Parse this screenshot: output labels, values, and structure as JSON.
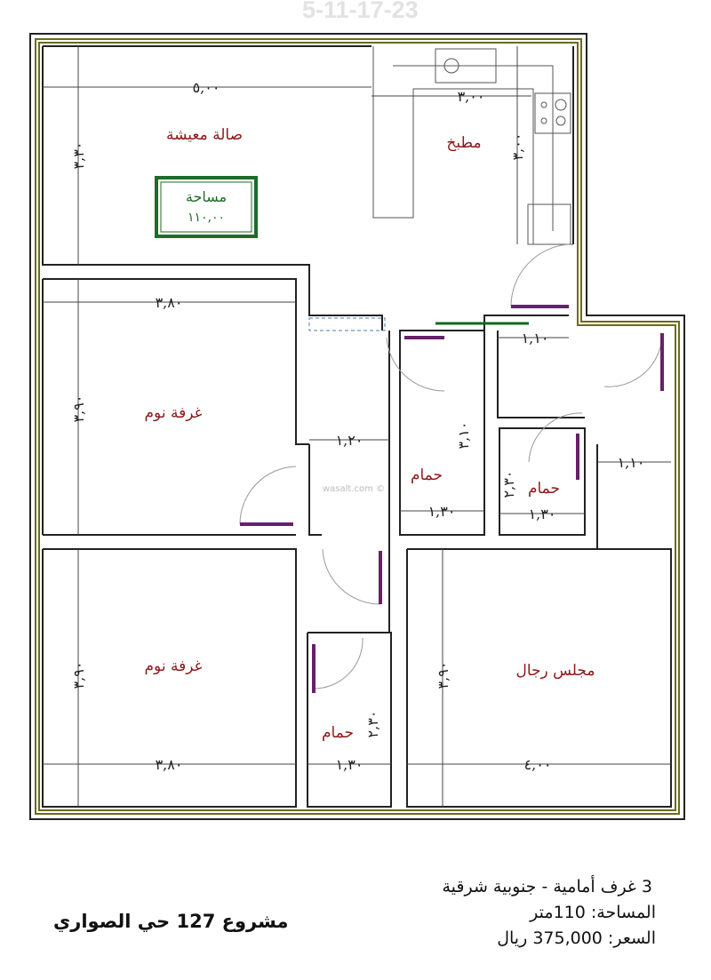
{
  "watermark_date": "5-11-17-23",
  "watermark_site": "wasalt.com ©",
  "rooms": {
    "living": "صالة معيشة",
    "kitchen": "مطبخ",
    "bedroom1": "غرفة نوم",
    "bedroom2": "غرفة نوم",
    "bath1": "حمام",
    "bath2": "حمام",
    "bath3": "حمام",
    "majlis": "مجلس رجال"
  },
  "area_box": {
    "label": "مساحة",
    "value": "١١٠,٠٠"
  },
  "dimensions": {
    "living_w": "٥,٠٠",
    "living_h": "٣,٣٠",
    "kitchen_w": "٣,٠٠",
    "kitchen_h": "٣,٠٠",
    "bed1_w": "٣,٨٠",
    "bed1_h": "٣,٩٠",
    "corridor_w": "١,٢٠",
    "hall_w": "١,١٠",
    "right_w": "١,١٠",
    "bath1_w": "١,٣٠",
    "bath1_h": "٣,١٠",
    "bath2_w": "١,٣٠",
    "bath2_h": "٢,٣٠",
    "bed2_w": "٣,٨٠",
    "bed2_h": "٣,٩٠",
    "bath3_w": "١,٣٠",
    "bath3_h": "٢,٣٠",
    "majlis_w": "٤,٠٠",
    "majlis_h": "٣,٩٠"
  },
  "info": {
    "line1": "3 غرف أمامية - جنوبية شرقية",
    "line2": "المساحة: 110متر",
    "line3": "السعر: 375,000 ريال"
  },
  "project_title": "مشروع 127 حي الصواري"
}
